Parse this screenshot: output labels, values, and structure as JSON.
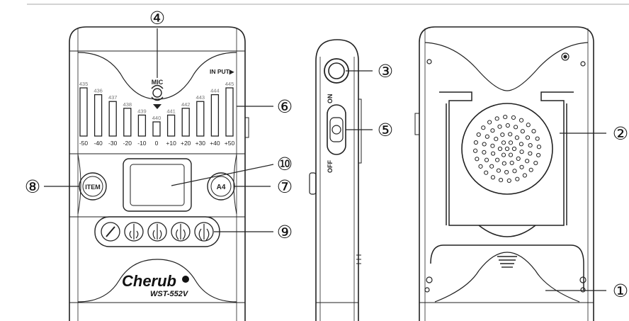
{
  "callouts": [
    "①",
    "②",
    "③",
    "④",
    "⑤",
    "⑥",
    "⑦",
    "⑧",
    "⑨",
    "⑩"
  ],
  "front": {
    "mic_label": "MIC",
    "input_label": "IN PUT▶",
    "freq_labels": [
      "435",
      "436",
      "437",
      "438",
      "439",
      "440",
      "441",
      "442",
      "443",
      "444",
      "445"
    ],
    "cent_labels": [
      "-50",
      "-40",
      "-30",
      "-20",
      "-10",
      "0",
      "+10",
      "+20",
      "+30",
      "+40",
      "+50"
    ],
    "item_button": "ITEM",
    "a4_button": "A4",
    "brand": "Cherub",
    "model": "WST-552V"
  },
  "side": {
    "on_label": "ON",
    "off_label": "OFF"
  },
  "icons": [
    "pencil-icon",
    "violin-icon",
    "viola-icon",
    "cello-icon",
    "double-bass-icon"
  ]
}
